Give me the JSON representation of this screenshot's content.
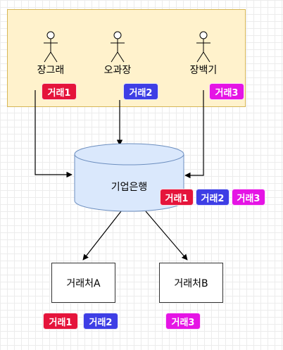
{
  "actors": [
    {
      "name": "장그래"
    },
    {
      "name": "오과장"
    },
    {
      "name": "장백기"
    }
  ],
  "bank": {
    "label": "기업은행"
  },
  "vendors": [
    {
      "label": "거래처A"
    },
    {
      "label": "거래처B"
    }
  ],
  "badges": {
    "actor_row": [
      "거래1",
      "거래2",
      "거래3"
    ],
    "bank_row": [
      "거래1",
      "거래2",
      "거래3"
    ],
    "vendor_a_row": [
      "거래1",
      "거래2"
    ],
    "vendor_b_row": [
      "거래3"
    ]
  },
  "colors": {
    "transaction1": "#e5143b",
    "transaction2": "#3e3ee5",
    "transaction3": "#e514e5",
    "group_fill": "#fff2cc",
    "group_stroke": "#d6b656",
    "bank_fill": "#dae8fc",
    "bank_stroke": "#6c8ebf"
  }
}
